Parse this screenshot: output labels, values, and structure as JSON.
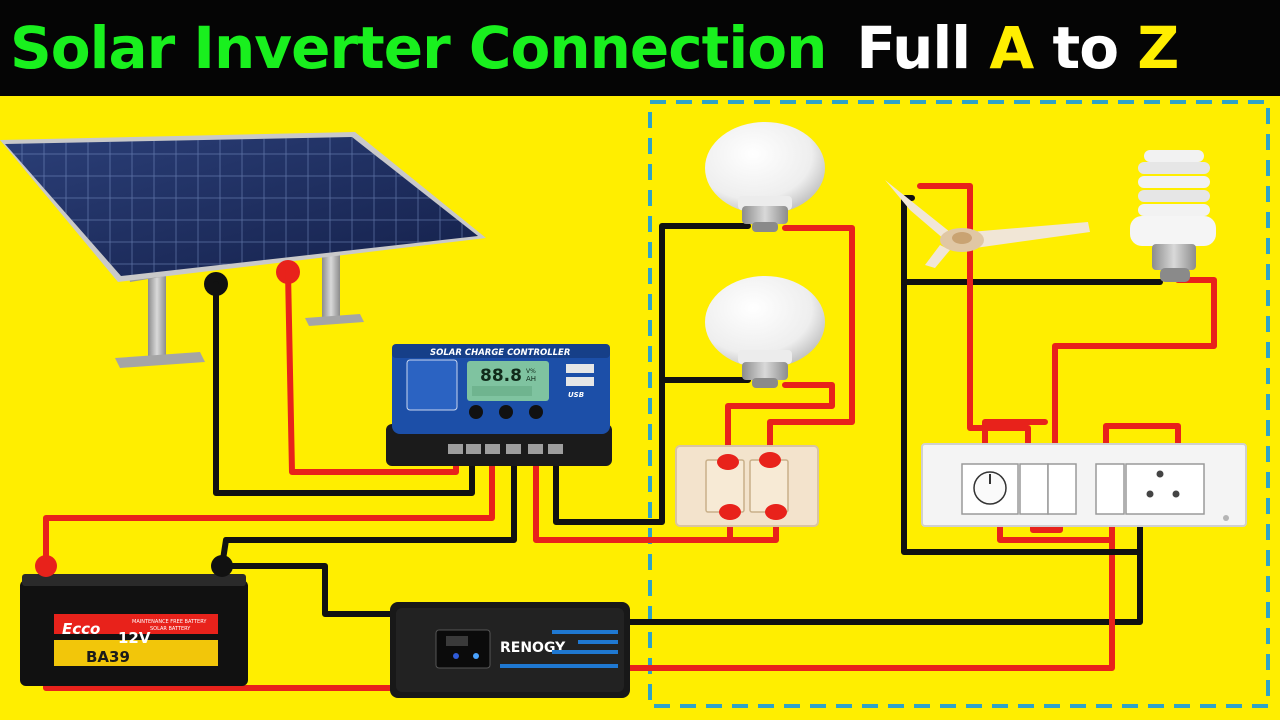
{
  "title": {
    "main": "Solar Inverter Connection",
    "full": "Full",
    "a": "A",
    "to": "to",
    "z": "Z"
  },
  "charge_controller": {
    "label": "SOLAR CHARGE CONTROLLER",
    "display": "88.8",
    "unit_top": "V%",
    "unit_bottom": "AH",
    "usb": "USB"
  },
  "battery": {
    "brand": "Ecco",
    "voltage": "12V",
    "model": "BA39",
    "note_line1": "MAINTENANCE FREE BATTERY",
    "note_line2": "SOLAR BATTERY"
  },
  "inverter": {
    "brand": "RENOGY"
  },
  "colors": {
    "background": "#ffee00",
    "title_bar": "#050505",
    "title_green": "#19f01e",
    "title_yellow": "#ffee00",
    "wire_red": "#e8221b",
    "wire_black": "#111111",
    "dashed_border": "#2fa3c8"
  }
}
